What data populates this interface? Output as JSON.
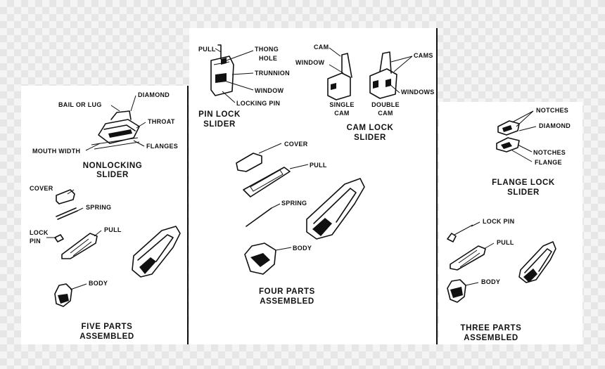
{
  "left_panel": {
    "nonlocking_labels": {
      "bail": "BAIL OR LUG",
      "diamond": "DIAMOND",
      "throat": "THROAT",
      "mouth": "MOUTH WIDTH",
      "flanges": "FLANGES"
    },
    "nonlocking_caption": [
      "NONLOCKING",
      "SLIDER"
    ],
    "parts_labels": {
      "cover": "COVER",
      "spring": "SPRING",
      "lock_pin": [
        "LOCK",
        "PIN"
      ],
      "pull": "PULL",
      "body": "BODY"
    },
    "parts_caption": [
      "FIVE PARTS",
      "ASSEMBLED"
    ]
  },
  "middle_panel": {
    "pin_lock_labels": {
      "pull": "PULL",
      "thong_hole": [
        "THONG",
        "HOLE"
      ],
      "trunnion": "TRUNNION",
      "window": "WINDOW",
      "locking_pin": "LOCKING PIN"
    },
    "pin_lock_caption": [
      "PIN LOCK",
      "SLIDER"
    ],
    "cam_lock_labels": {
      "cam": "CAM",
      "window": "WINDOW",
      "cams": "CAMS",
      "windows": "WINDOWS",
      "single_cam": [
        "SINGLE",
        "CAM"
      ],
      "double_cam": [
        "DOUBLE",
        "CAM"
      ]
    },
    "cam_lock_caption": [
      "CAM LOCK",
      "SLIDER"
    ],
    "parts_labels": {
      "cover": "COVER",
      "pull": "PULL",
      "spring": "SPRING",
      "body": "BODY"
    },
    "parts_caption": [
      "FOUR PARTS",
      "ASSEMBLED"
    ]
  },
  "right_panel": {
    "flange_lock_labels": {
      "notches_top": "NOTCHES",
      "diamond": "DIAMOND",
      "notches_bottom": "NOTCHES",
      "flange": "FLANGE"
    },
    "flange_lock_caption": [
      "FLANGE LOCK",
      "SLIDER"
    ],
    "parts_labels": {
      "lock_pin": "LOCK PIN",
      "pull": "PULL",
      "body": "BODY"
    },
    "parts_caption": [
      "THREE PARTS",
      "ASSEMBLED"
    ]
  }
}
